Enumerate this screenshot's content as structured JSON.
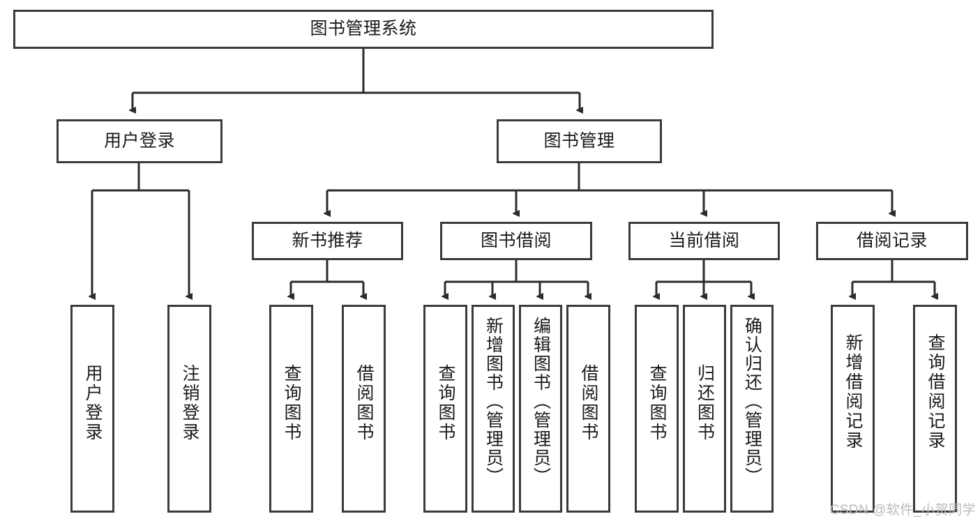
{
  "diagram": {
    "type": "tree-hierarchy",
    "title": "图书管理系统",
    "root": {
      "id": "root",
      "label": "图书管理系统",
      "orientation": "horizontal"
    },
    "level2": [
      {
        "id": "user-login",
        "label": "用户登录",
        "orientation": "horizontal"
      },
      {
        "id": "book-manage",
        "label": "图书管理",
        "orientation": "horizontal"
      }
    ],
    "level3": [
      {
        "id": "new-book-rec",
        "label": "新书推荐",
        "orientation": "horizontal",
        "parent": "book-manage"
      },
      {
        "id": "book-borrow",
        "label": "图书借阅",
        "orientation": "horizontal",
        "parent": "book-manage"
      },
      {
        "id": "current-borrow",
        "label": "当前借阅",
        "orientation": "horizontal",
        "parent": "book-manage"
      },
      {
        "id": "borrow-record",
        "label": "借阅记录",
        "orientation": "horizontal",
        "parent": "book-manage"
      }
    ],
    "leaves": [
      {
        "id": "leaf-user-login",
        "label": "用户登录",
        "orientation": "vertical",
        "parent": "user-login"
      },
      {
        "id": "leaf-user-logout",
        "label": "注销登录",
        "orientation": "vertical",
        "parent": "user-login"
      },
      {
        "id": "leaf-query-book-1",
        "label": "查询图书",
        "orientation": "vertical",
        "parent": "new-book-rec"
      },
      {
        "id": "leaf-borrow-book-1",
        "label": "借阅图书",
        "orientation": "vertical",
        "parent": "new-book-rec"
      },
      {
        "id": "leaf-query-book-2",
        "label": "查询图书",
        "orientation": "vertical",
        "parent": "book-borrow"
      },
      {
        "id": "leaf-add-book",
        "label": "新增图书（管理员）",
        "orientation": "vertical",
        "parent": "book-borrow"
      },
      {
        "id": "leaf-edit-book",
        "label": "编辑图书（管理员）",
        "orientation": "vertical",
        "parent": "book-borrow"
      },
      {
        "id": "leaf-borrow-book-2",
        "label": "借阅图书",
        "orientation": "vertical",
        "parent": "book-borrow"
      },
      {
        "id": "leaf-query-book-3",
        "label": "查询图书",
        "orientation": "vertical",
        "parent": "current-borrow"
      },
      {
        "id": "leaf-return-book",
        "label": "归还图书",
        "orientation": "vertical",
        "parent": "current-borrow"
      },
      {
        "id": "leaf-confirm-return",
        "label": "确认归还（管理员）",
        "orientation": "vertical",
        "parent": "current-borrow"
      },
      {
        "id": "leaf-add-record",
        "label": "新增借阅记录",
        "orientation": "vertical",
        "parent": "borrow-record"
      },
      {
        "id": "leaf-query-record",
        "label": "查询借阅记录",
        "orientation": "vertical",
        "parent": "borrow-record"
      }
    ],
    "colors": {
      "border": "#3a3a3a",
      "edge": "#2b2b2b",
      "background": "#ffffff",
      "text": "#1a1a1a",
      "watermark": "#b9b9b9"
    }
  },
  "watermark": {
    "text": "CSDN @软件_小贺同学"
  }
}
